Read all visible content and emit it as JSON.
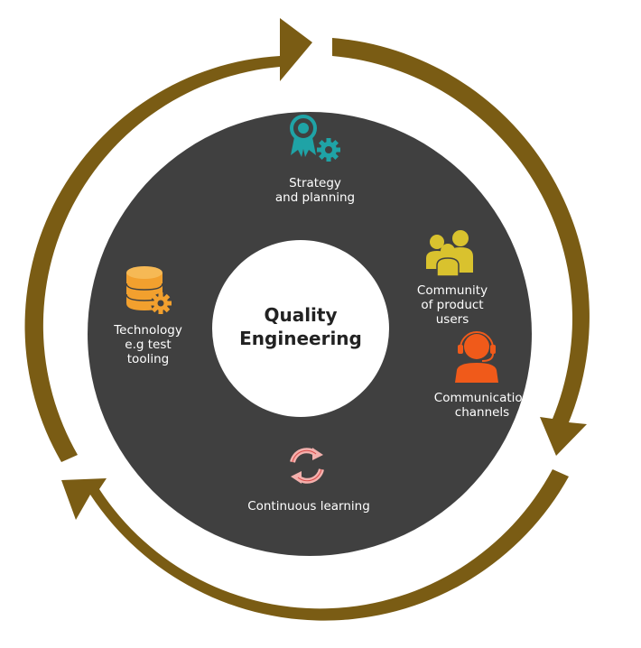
{
  "center": {
    "line1": "Quality",
    "line2": "Engineering"
  },
  "items": [
    {
      "icon": "award-ribbon-gear-icon",
      "lines": [
        "Strategy",
        "and planning"
      ]
    },
    {
      "icon": "community-users-icon",
      "lines": [
        "Community",
        "of product",
        "users"
      ]
    },
    {
      "icon": "headset-agent-icon",
      "lines": [
        "Communication",
        "channels"
      ]
    },
    {
      "icon": "cycle-arrows-icon",
      "lines": [
        "Continuous learning"
      ]
    },
    {
      "icon": "database-gear-icon",
      "lines": [
        "Technology",
        "e.g test",
        "tooling"
      ]
    }
  ],
  "colors": {
    "arrow": "#7a5c14",
    "ring": "#404040",
    "center_fill": "#ffffff",
    "teal": "#1fa3a6",
    "yellow": "#d9c22e",
    "orange_red": "#f05a1a",
    "pink": "#f3b0ad",
    "orange": "#f2a02e"
  }
}
